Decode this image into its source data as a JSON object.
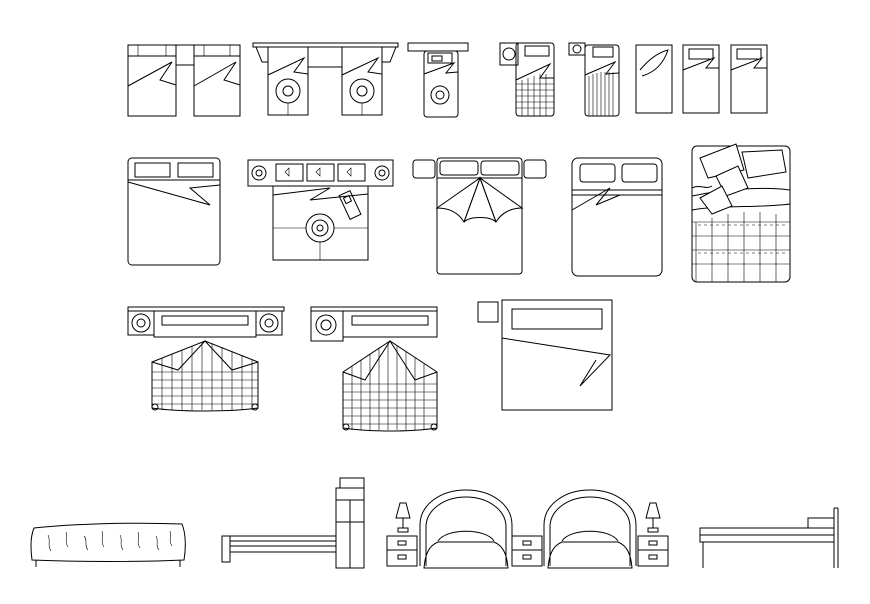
{
  "drawing": {
    "background": "#ffffff",
    "line_color": "#000000",
    "blocks": [
      {
        "name": "twin-beds-with-nightstand-plan",
        "view": "plan"
      },
      {
        "name": "twin-beds-with-tables-and-lamps-plan",
        "view": "plan"
      },
      {
        "name": "single-bed-with-headboard-plan",
        "view": "plan"
      },
      {
        "name": "single-bed-checkered-quilt-plan",
        "view": "plan"
      },
      {
        "name": "single-bed-striped-quilt-plan",
        "view": "plan"
      },
      {
        "name": "small-bed-folded-corner-plan",
        "view": "plan"
      },
      {
        "name": "small-bed-pillow-plan",
        "view": "plan"
      },
      {
        "name": "small-bed-pillow-plan-2",
        "view": "plan"
      },
      {
        "name": "double-bed-two-pillows-plan",
        "view": "plan"
      },
      {
        "name": "double-bed-with-headboard-lamps-plan",
        "view": "plan"
      },
      {
        "name": "double-bed-bow-cover-plan",
        "view": "plan"
      },
      {
        "name": "double-bed-rounded-plan",
        "view": "plan"
      },
      {
        "name": "double-bed-cushions-plaid-plan",
        "view": "plan"
      },
      {
        "name": "double-bed-plaid-with-nightstands-plan",
        "view": "plan"
      },
      {
        "name": "double-bed-plaid-one-nightstand-plan",
        "view": "plan"
      },
      {
        "name": "double-bed-square-side-table-plan",
        "view": "plan"
      },
      {
        "name": "bed-covered-elevation",
        "view": "elevation"
      },
      {
        "name": "bed-with-headboard-shelf-side-elevation",
        "view": "elevation"
      },
      {
        "name": "twin-canopy-beds-nightstands-elevation",
        "view": "elevation"
      },
      {
        "name": "bed-simple-side-elevation",
        "view": "elevation"
      }
    ]
  }
}
